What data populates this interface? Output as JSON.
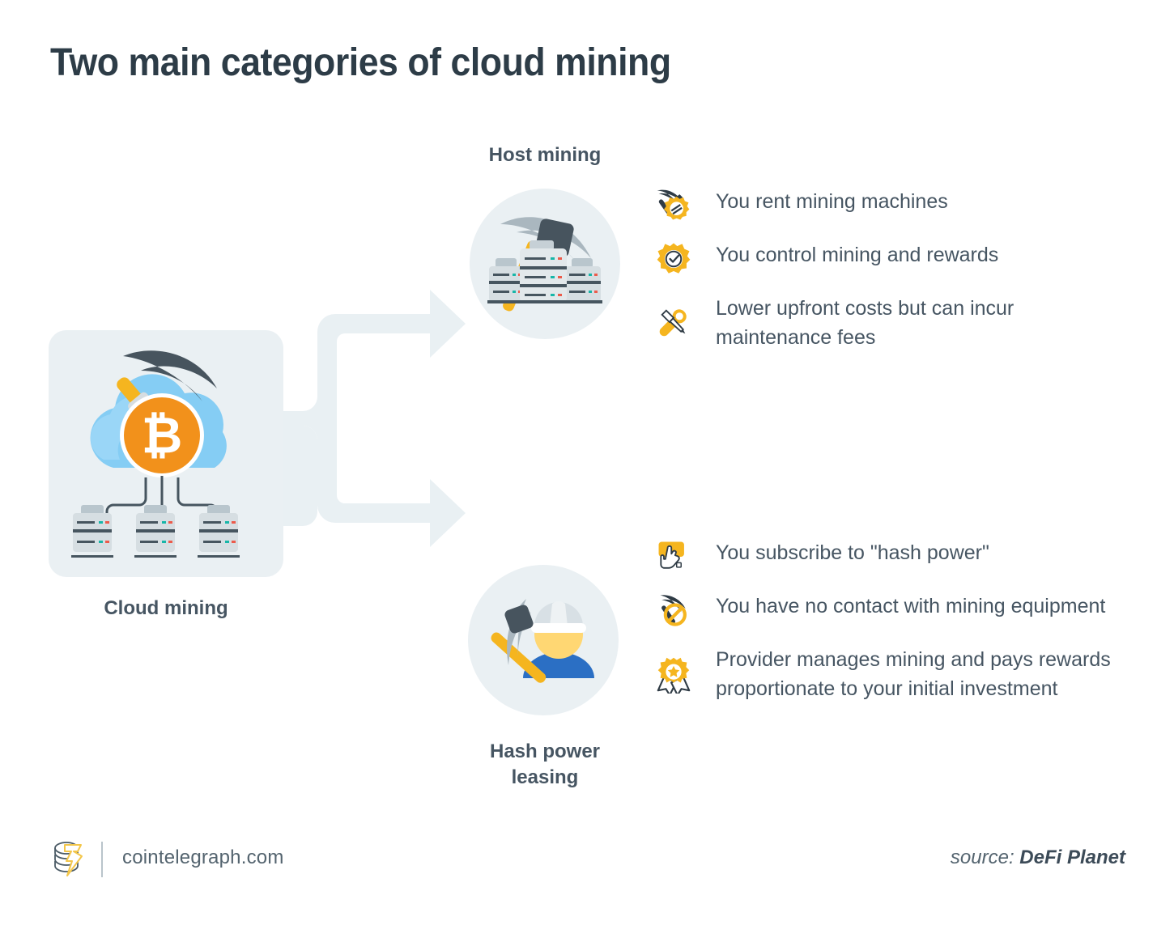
{
  "title": "Two main categories of cloud mining",
  "colors": {
    "accent_yellow": "#f5b51f",
    "bitcoin_orange": "#f2911b",
    "cloud_blue": "#85cdf4",
    "panel_bg": "#eaf0f3",
    "connector": "#e9f0f3",
    "text_dark": "#465562",
    "title_dark": "#2d3c47",
    "miner_blue": "#2b6fc4"
  },
  "source_node": {
    "label": "Cloud mining",
    "illustration": "cloud-bitcoin-servers-icon"
  },
  "branches": [
    {
      "key": "host_mining",
      "label": "Host mining",
      "illustration": "servers-pickaxe-icon",
      "bullets": [
        {
          "icon": "pickaxe-gear-icon",
          "text": "You rent mining machines"
        },
        {
          "icon": "gear-check-icon",
          "text": "You control mining and rewards"
        },
        {
          "icon": "wrench-screwdriver-icon",
          "text": "Lower upfront costs but can incur maintenance fees"
        }
      ]
    },
    {
      "key": "hash_power_leasing",
      "label": "Hash power\nleasing",
      "label_line1": "Hash power",
      "label_line2": "leasing",
      "illustration": "miner-avatar-pickaxe-icon",
      "bullets": [
        {
          "icon": "cursor-click-icon",
          "text": "You subscribe to \"hash power\""
        },
        {
          "icon": "no-pickaxe-icon",
          "text": "You have no contact with mining equipment"
        },
        {
          "icon": "award-ribbon-icon",
          "text": "Provider manages mining and pays rewards proportionate to your initial investment"
        }
      ]
    }
  ],
  "footer": {
    "logo": "cointelegraph-logo-icon",
    "site": "cointelegraph.com",
    "source_prefix": "source: ",
    "source_name": "DeFi Planet"
  }
}
